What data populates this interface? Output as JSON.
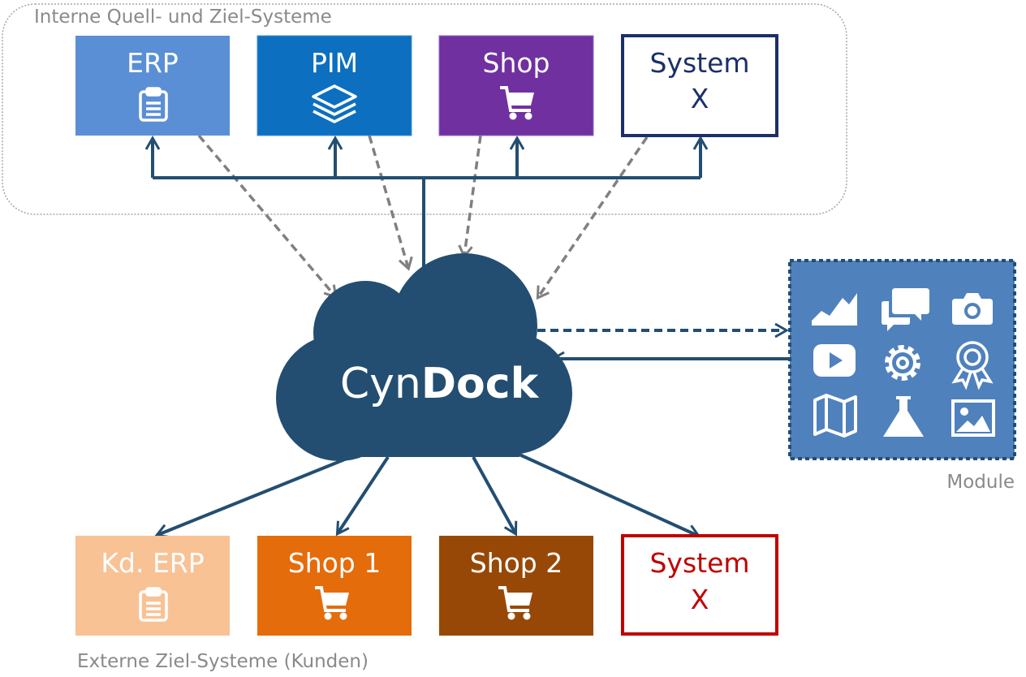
{
  "groups": {
    "internal_label": "Interne Quell- und Ziel-Systeme",
    "external_label": "Externe Ziel-Systeme (Kunden)",
    "module_label": "Module"
  },
  "center": {
    "name_light": "Cyn",
    "name_bold": "Dock",
    "color": "#234e71"
  },
  "internal_systems": [
    {
      "label": "ERP",
      "icon": "clipboard-icon",
      "fill": "#5a8fd6"
    },
    {
      "label": "PIM",
      "icon": "layers-icon",
      "fill": "#0c6fc0"
    },
    {
      "label": "Shop",
      "icon": "cart-icon",
      "fill": "#7030a0"
    },
    {
      "label_line1": "System",
      "label_line2": "X",
      "fill": "#ffffff",
      "border": "#1b2f6a"
    }
  ],
  "external_systems": [
    {
      "label": "Kd. ERP",
      "icon": "clipboard-icon",
      "fill": "#f8c295"
    },
    {
      "label": "Shop 1",
      "icon": "cart-icon",
      "fill": "#e46c0a"
    },
    {
      "label": "Shop 2",
      "icon": "cart-icon",
      "fill": "#984806"
    },
    {
      "label_line1": "System",
      "label_line2": "X",
      "fill": "#ffffff",
      "border": "#c00000"
    }
  ],
  "modules": {
    "fill": "#4f81bd",
    "icons": [
      "area-chart-icon",
      "chat-bubbles-icon",
      "camera-icon",
      "video-play-icon",
      "gear-icon",
      "award-ribbon-icon",
      "map-icon",
      "flask-icon",
      "image-icon"
    ]
  }
}
